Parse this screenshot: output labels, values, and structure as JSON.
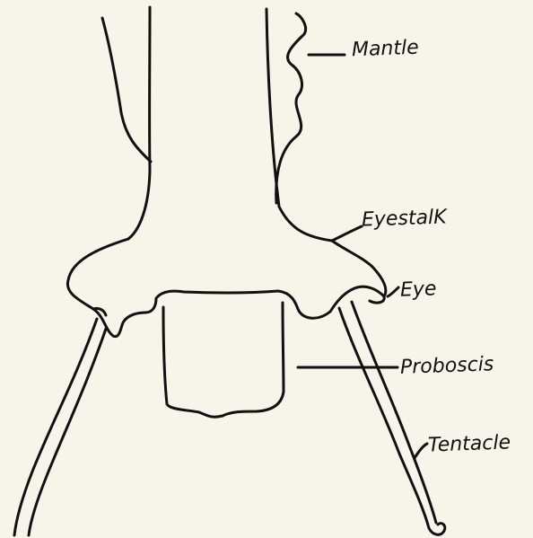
{
  "diagram": {
    "labels": {
      "mantle": "Mantle",
      "eyestalk": "EyestalK",
      "eye": "Eye",
      "proboscis": "Proboscis",
      "tentacle": "Tentacle"
    }
  }
}
